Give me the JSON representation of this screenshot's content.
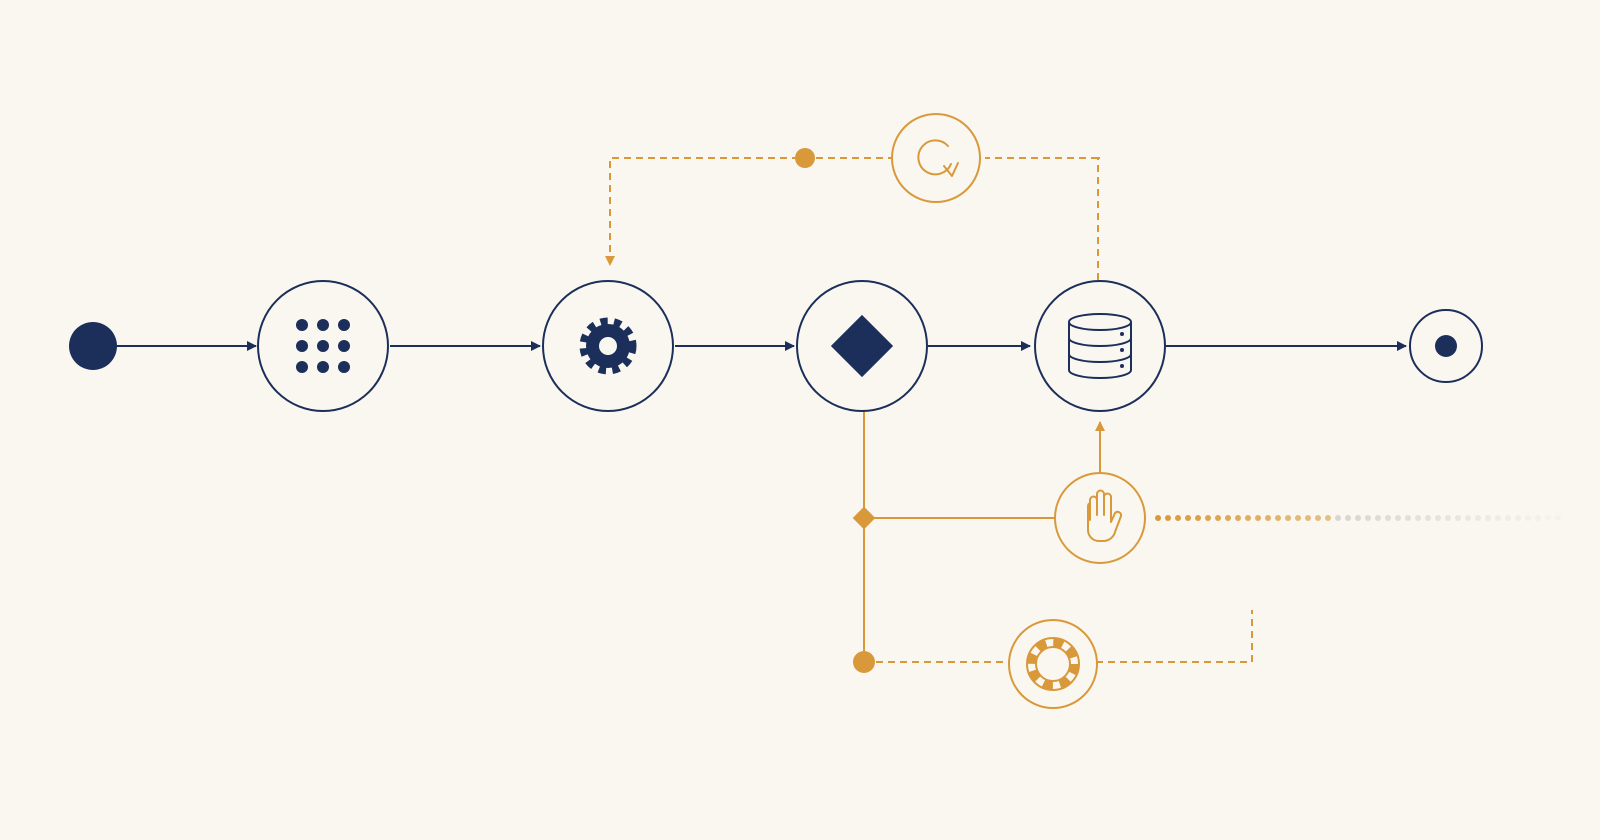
{
  "colors": {
    "background": "#faf7f1",
    "primary": "#1b2f5a",
    "accent": "#d9993a"
  },
  "main_flow": [
    {
      "id": "start",
      "type": "start-event",
      "icon": "start-dot-icon"
    },
    {
      "id": "collect",
      "type": "task",
      "icon": "grid-dots-icon"
    },
    {
      "id": "process",
      "type": "task",
      "icon": "gear-icon"
    },
    {
      "id": "decide",
      "type": "gateway",
      "icon": "diamond-icon"
    },
    {
      "id": "store",
      "type": "task",
      "icon": "database-icon"
    },
    {
      "id": "end",
      "type": "end-event",
      "icon": "end-dot-icon"
    }
  ],
  "feedback_loop": {
    "icon": "refresh-icon",
    "from": "store",
    "to": "process",
    "style": "dashed"
  },
  "branches": [
    {
      "id": "manual-hold",
      "icon": "hand-stop-icon",
      "from": "decide",
      "to": "store",
      "style": "solid"
    },
    {
      "id": "recovery",
      "icon": "lifebuoy-icon",
      "from": "decide",
      "style": "dashed"
    }
  ],
  "trail": {
    "style": "fading-dots"
  }
}
